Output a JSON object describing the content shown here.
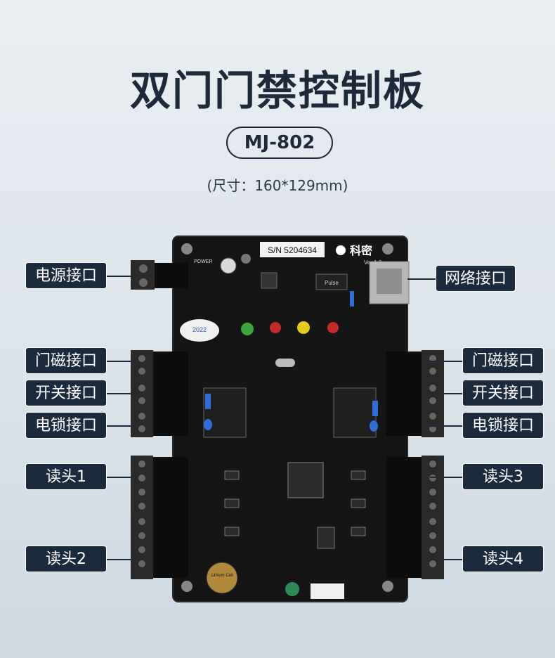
{
  "title": "双门门禁控制板",
  "model": "MJ-802",
  "size": "(尺寸：160*129mm)",
  "board": {
    "serial": "S/N 5204634",
    "brand": "科密",
    "version": "Ver:1.0",
    "power_silk": "POWER",
    "year_badge": "2022",
    "pulse_chip": "Pulse",
    "battery_text": "Lithium Cell"
  },
  "labels": {
    "power": "电源接口",
    "network": "网络接口",
    "door_mag_left": "门磁接口",
    "door_mag_right": "门磁接口",
    "switch_left": "开关接口",
    "switch_right": "开关接口",
    "lock_left": "电锁接口",
    "lock_right": "电锁接口",
    "reader1": "读头1",
    "reader2": "读头2",
    "reader3": "读头3",
    "reader4": "读头4"
  },
  "colors": {
    "accent": "#1c2a3e",
    "pcb": "#1a1a1a",
    "terminal": "#2a2a2a"
  }
}
